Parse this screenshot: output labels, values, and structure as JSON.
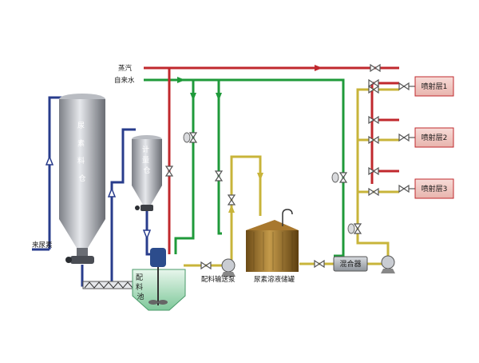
{
  "colors": {
    "steam_pipe": "#c0282d",
    "water_pipe": "#1f9a3a",
    "solution_pipe": "#c8b43a",
    "feed_pipe": "#283c8c",
    "spray_box": "#f2c9c4",
    "spray_border": "#c0282d"
  },
  "labels": {
    "steam": "蒸汽",
    "tap_water": "自来水",
    "raw_urea": "来尿素",
    "urea_silo": "尿素料仓",
    "metering_bin": "计量仓",
    "mixing_tank": "配料池",
    "feed_pump": "配料输送泵",
    "storage_tank": "尿素溶液储罐",
    "mixer": "混合器",
    "spray_1": "喷射层1",
    "spray_2": "喷射层2",
    "spray_3": "喷射层3"
  }
}
